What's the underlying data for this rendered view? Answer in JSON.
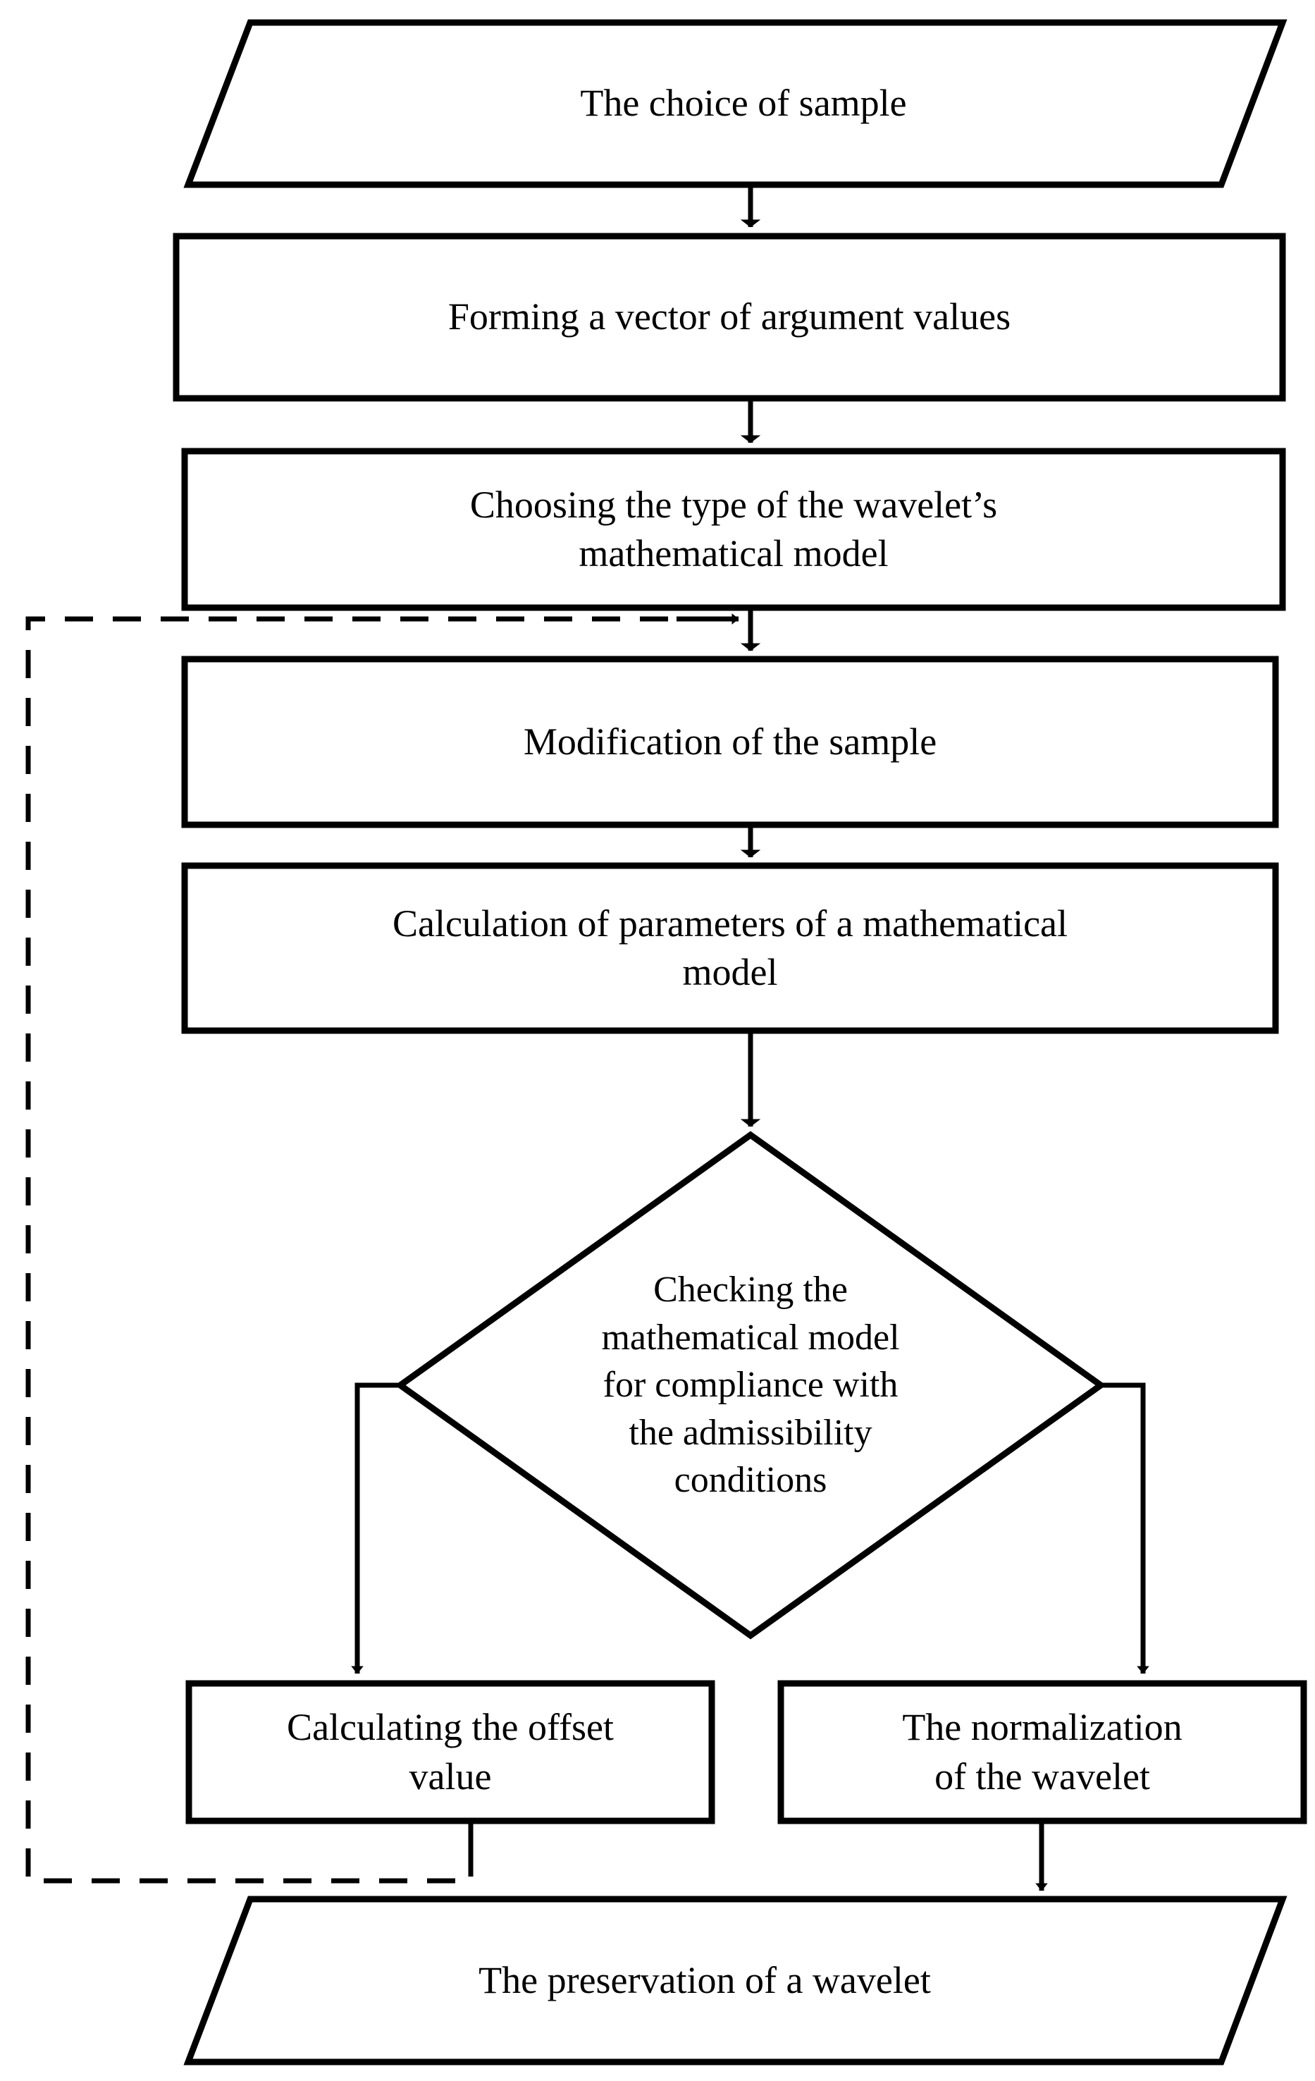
{
  "diagram": {
    "title": "Wavelet mathematical model construction flowchart",
    "type": "flowchart",
    "stroke_color": "#000000",
    "fill_color": "#ffffff",
    "background": "#ffffff",
    "nodes": [
      {
        "id": "start",
        "shape": "parallelogram",
        "label": "The choice of sample"
      },
      {
        "id": "forming",
        "shape": "rectangle",
        "label": "Forming a vector of argument values"
      },
      {
        "id": "choosing",
        "shape": "rectangle",
        "label": "Choosing the type of the wavelet’s\nmathematical model"
      },
      {
        "id": "modify",
        "shape": "rectangle",
        "label": "Modification of the sample"
      },
      {
        "id": "calcparams",
        "shape": "rectangle",
        "label": "Calculation of parameters of a mathematical\nmodel"
      },
      {
        "id": "check",
        "shape": "diamond",
        "label": "Checking the\nmathematical model\nfor compliance with\nthe admissibility\nconditions"
      },
      {
        "id": "offset",
        "shape": "rectangle",
        "label": "Calculating the offset\nvalue"
      },
      {
        "id": "normalize",
        "shape": "rectangle",
        "label": "The normalization\nof the wavelet"
      },
      {
        "id": "preserve",
        "shape": "parallelogram",
        "label": "The preservation of a wavelet"
      }
    ],
    "edges": [
      {
        "from": "start",
        "to": "forming",
        "style": "solid",
        "label": ""
      },
      {
        "from": "forming",
        "to": "choosing",
        "style": "solid",
        "label": ""
      },
      {
        "from": "choosing",
        "to": "modify",
        "style": "solid",
        "label": ""
      },
      {
        "from": "modify",
        "to": "calcparams",
        "style": "solid",
        "label": ""
      },
      {
        "from": "calcparams",
        "to": "check",
        "style": "solid",
        "label": ""
      },
      {
        "from": "check",
        "to": "offset",
        "style": "solid",
        "label": ""
      },
      {
        "from": "check",
        "to": "normalize",
        "style": "solid",
        "label": ""
      },
      {
        "from": "normalize",
        "to": "preserve",
        "style": "solid",
        "label": ""
      },
      {
        "from": "offset",
        "to": "modify",
        "style": "dashed",
        "label": ""
      }
    ]
  }
}
